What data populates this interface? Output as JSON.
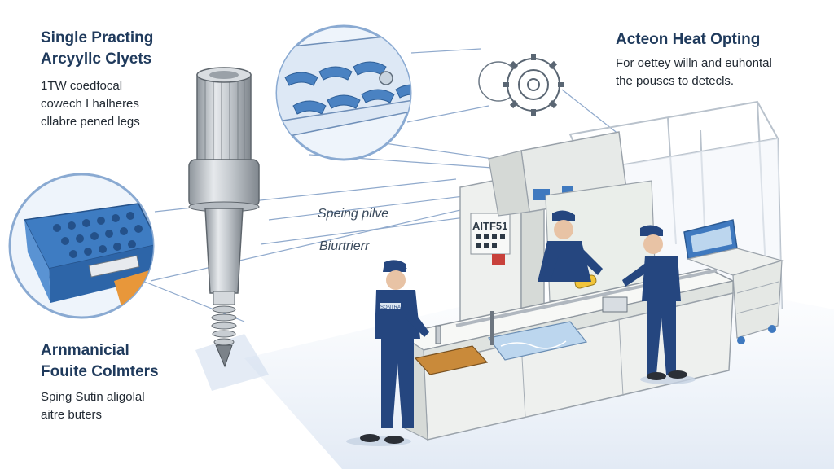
{
  "callouts": {
    "top_left": {
      "title": [
        "Single Practing",
        "Arcyyllc Clyets"
      ],
      "text": [
        "1TW coedfocal",
        "cowech I halheres",
        "cllabre pened legs"
      ]
    },
    "top_right": {
      "title": [
        "Acteon Heat Opting"
      ],
      "text": [
        "For oettey willn and euhontal",
        "the pouscs to detecls."
      ]
    },
    "bottom_left": {
      "title": [
        "Arnmanicial",
        "Fouite Colmters"
      ],
      "text": [
        "Sping Sutin aligolal",
        "aitre buters"
      ]
    }
  },
  "labels": {
    "spring": "Speing pilve",
    "burr": "Biurtrierr"
  },
  "machine": {
    "panel_text": "AITF51"
  },
  "workers": {
    "badge_text": "SONTRAR"
  },
  "colors": {
    "heading": "#1f3a5c",
    "uniform": "#25467f",
    "machine": "#eef0ee",
    "accent_blue": "#3f79bf",
    "accent_red": "#c8413b",
    "accent_orange": "#e89a3a"
  }
}
